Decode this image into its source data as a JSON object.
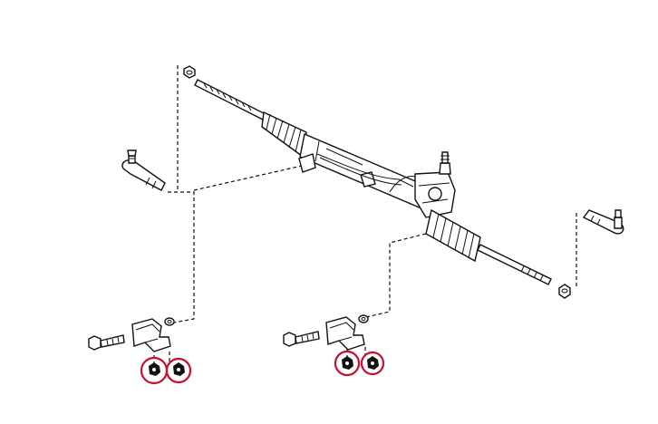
{
  "diagram": {
    "background": "#ffffff",
    "line_color": "#111111",
    "highlight_color": "#c8102e",
    "parts": [
      {
        "id": "steering-rack",
        "icon": "steering-rack-icon"
      },
      {
        "id": "tie-rod-end-left",
        "icon": "tie-rod-end-icon"
      },
      {
        "id": "tie-rod-end-right",
        "icon": "tie-rod-end-icon"
      },
      {
        "id": "nut-left",
        "icon": "hex-nut-icon"
      },
      {
        "id": "nut-right",
        "icon": "hex-nut-icon"
      },
      {
        "id": "mount-bracket-left",
        "icon": "bracket-icon"
      },
      {
        "id": "mount-bracket-right",
        "icon": "bracket-icon"
      },
      {
        "id": "mount-bolt-left",
        "icon": "bolt-icon"
      },
      {
        "id": "mount-bolt-right",
        "icon": "bolt-icon"
      },
      {
        "id": "washer-left",
        "icon": "washer-icon"
      },
      {
        "id": "washer-right",
        "icon": "washer-icon"
      }
    ],
    "highlighted_fasteners": 4
  }
}
